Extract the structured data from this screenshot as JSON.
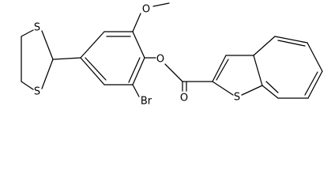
{
  "atoms": {
    "sulfur_ring_top": "S",
    "sulfur_ring_bottom": "S",
    "bromine": "Br",
    "ester_oxygen": "O",
    "carbonyl_oxygen": "O",
    "methoxy_oxygen": "O",
    "thiophene_sulfur": "S"
  },
  "colors": {
    "bond": "#000000",
    "label": "#000000",
    "background": "#ffffff"
  }
}
